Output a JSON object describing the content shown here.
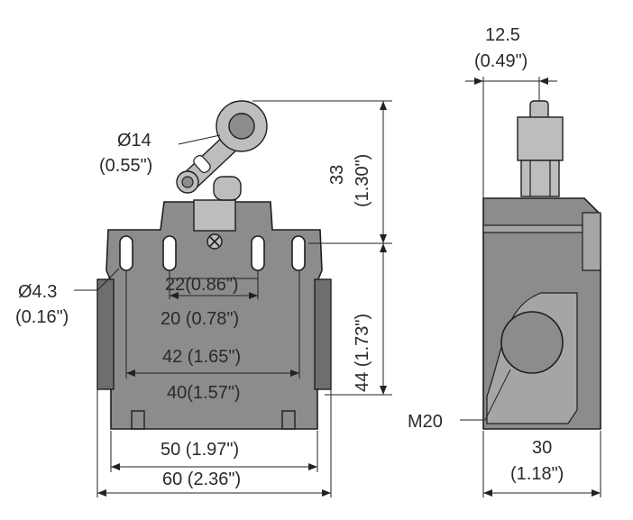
{
  "dimensions": {
    "roller_diameter": {
      "value": "Ø14",
      "inch": "(0.55\")"
    },
    "lever_height": {
      "value": "33",
      "inch": "(1.30\")"
    },
    "body_height": {
      "value": "44 (1.73\")"
    },
    "hole_diameter": {
      "value": "Ø4.3",
      "inch": "(0.16\")"
    },
    "inner_hole_spacing_a": {
      "value": "22(0.86\")"
    },
    "inner_hole_spacing_b": {
      "value": "20 (0.78\")"
    },
    "outer_hole_spacing_a": {
      "value": "42 (1.65\")"
    },
    "outer_hole_spacing_b": {
      "value": "40(1.57\")"
    },
    "body_width_inner": {
      "value": "50 (1.97\")"
    },
    "body_width_outer": {
      "value": "60 (2.36\")"
    },
    "side_top_width": {
      "value": "12.5",
      "inch": "(0.49\")"
    },
    "side_depth": {
      "value": "30",
      "inch": "(1.18\")"
    },
    "thread": {
      "value": "M20"
    }
  }
}
